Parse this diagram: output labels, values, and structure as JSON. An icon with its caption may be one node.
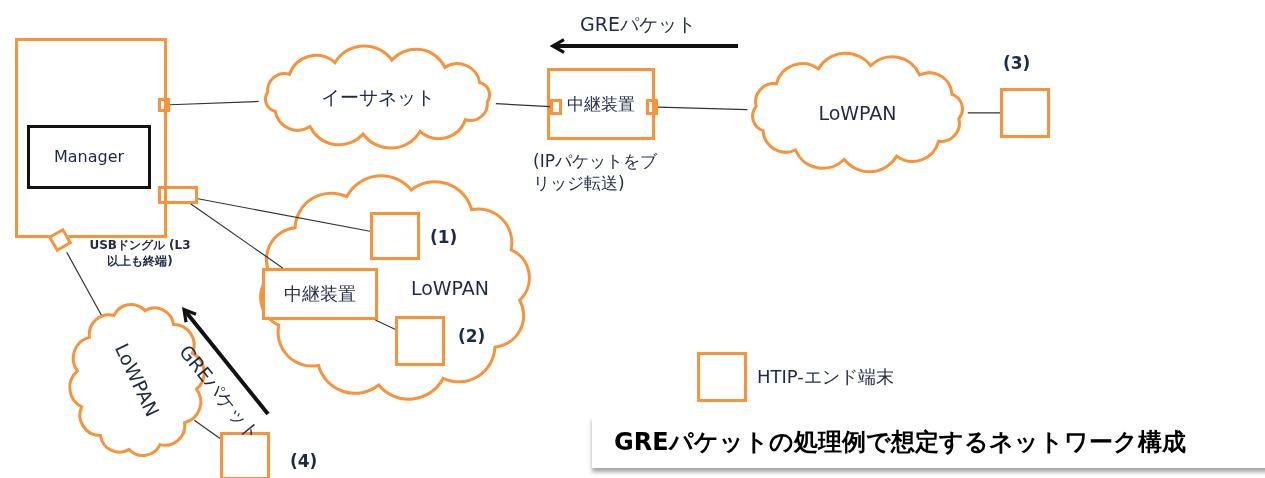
{
  "diagram": {
    "caption": "GREパケットの処理例で想定するネットワーク構成",
    "nodes": [
      {
        "text": [],
        "shape": "box"
      },
      {
        "text": [
          "Manager"
        ],
        "in": 0
      },
      {
        "text": [],
        "shape": "box",
        "in": 0
      },
      {
        "text": [],
        "shape": "box"
      },
      {
        "text": [],
        "shape": "diamond",
        "beside": [
          "USBドングル (L3以上も終端)"
        ]
      },
      {
        "text": [
          "イーサネット"
        ]
      },
      {
        "text": [
          "中継装置"
        ],
        "beside": [
          "(IPパケットをブリッジ転送)"
        ]
      },
      {
        "text": [],
        "shape": "box",
        "in": 6
      },
      {
        "text": [],
        "shape": "box",
        "in": 6
      },
      {
        "text": [
          "LoWPAN"
        ]
      },
      {
        "text": [],
        "shape": "box",
        "beside": [
          "(3)"
        ]
      },
      {
        "text": [
          "LoWPAN"
        ]
      },
      {
        "text": [],
        "shape": "box",
        "in": 11,
        "beside": [
          "(1)"
        ]
      },
      {
        "text": [
          "中継装置"
        ],
        "in": 11
      },
      {
        "text": [],
        "shape": "box",
        "in": 11,
        "beside": [
          "(2)"
        ]
      },
      {
        "text": [
          "LoWPAN"
        ]
      },
      {
        "text": [],
        "shape": "box",
        "beside": [
          "(4)"
        ]
      }
    ],
    "edges": [
      {
        "from": 2,
        "to": 5,
        "arrow": "none"
      },
      {
        "from": 5,
        "to": 7,
        "arrow": "none"
      },
      {
        "from": 8,
        "to": 9,
        "arrow": "none"
      },
      {
        "from": 9,
        "to": 10,
        "arrow": "none"
      },
      {
        "from": 3,
        "to": 12,
        "arrow": "none"
      },
      {
        "from": 3,
        "to": 13,
        "arrow": "none"
      },
      {
        "from": 13,
        "to": 14,
        "arrow": "none"
      },
      {
        "from": 4,
        "to": 15,
        "arrow": "none"
      },
      {
        "from": 15,
        "to": 16,
        "arrow": "none"
      }
    ],
    "labels": [
      "GREパケット",
      "GREパケット"
    ],
    "legend": [
      {
        "text": "HTIP-エンド端末"
      }
    ]
  }
}
